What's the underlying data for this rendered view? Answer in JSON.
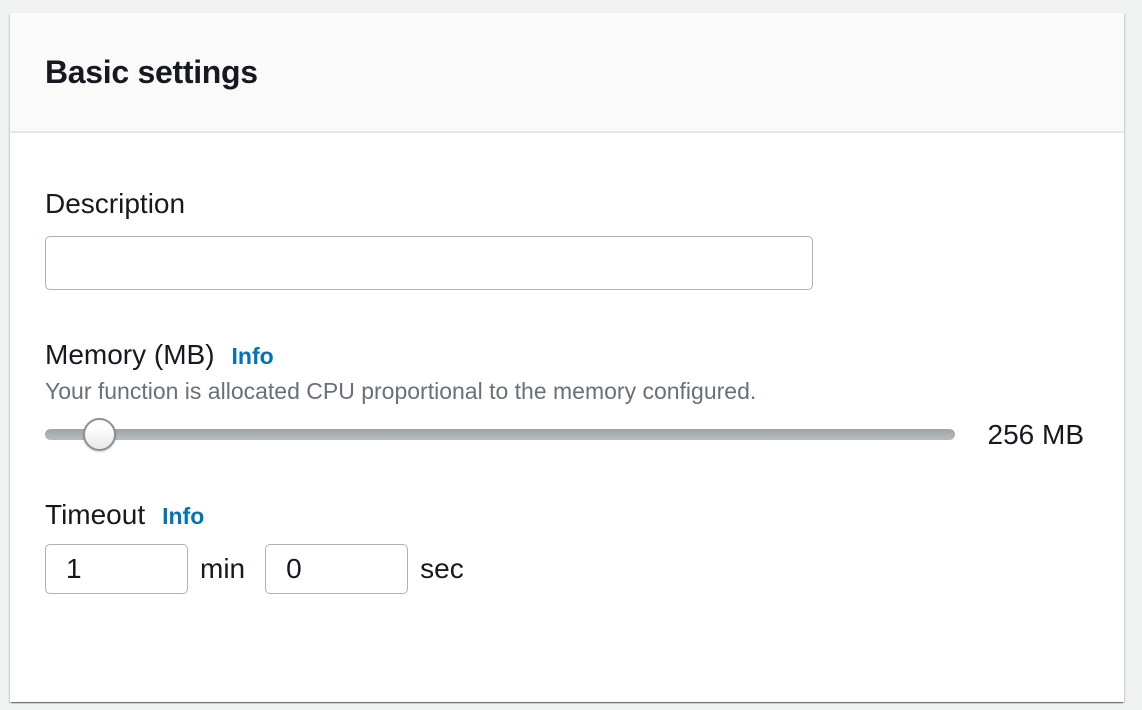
{
  "card": {
    "title": "Basic settings"
  },
  "fields": {
    "description": {
      "label": "Description",
      "value": ""
    },
    "memory": {
      "label": "Memory (MB)",
      "info_label": "Info",
      "description": "Your function is allocated CPU proportional to the memory configured.",
      "value_label": "256 MB",
      "value_mb": 256
    },
    "timeout": {
      "label": "Timeout",
      "info_label": "Info",
      "minutes_value": "1",
      "minutes_unit": "min",
      "seconds_value": "0",
      "seconds_unit": "sec"
    }
  },
  "colors": {
    "info_link": "#0073bb",
    "helper_text": "#687078",
    "heading": "#16191f",
    "card_header_bg": "#fafafa",
    "input_border": "#a9b4b6"
  }
}
